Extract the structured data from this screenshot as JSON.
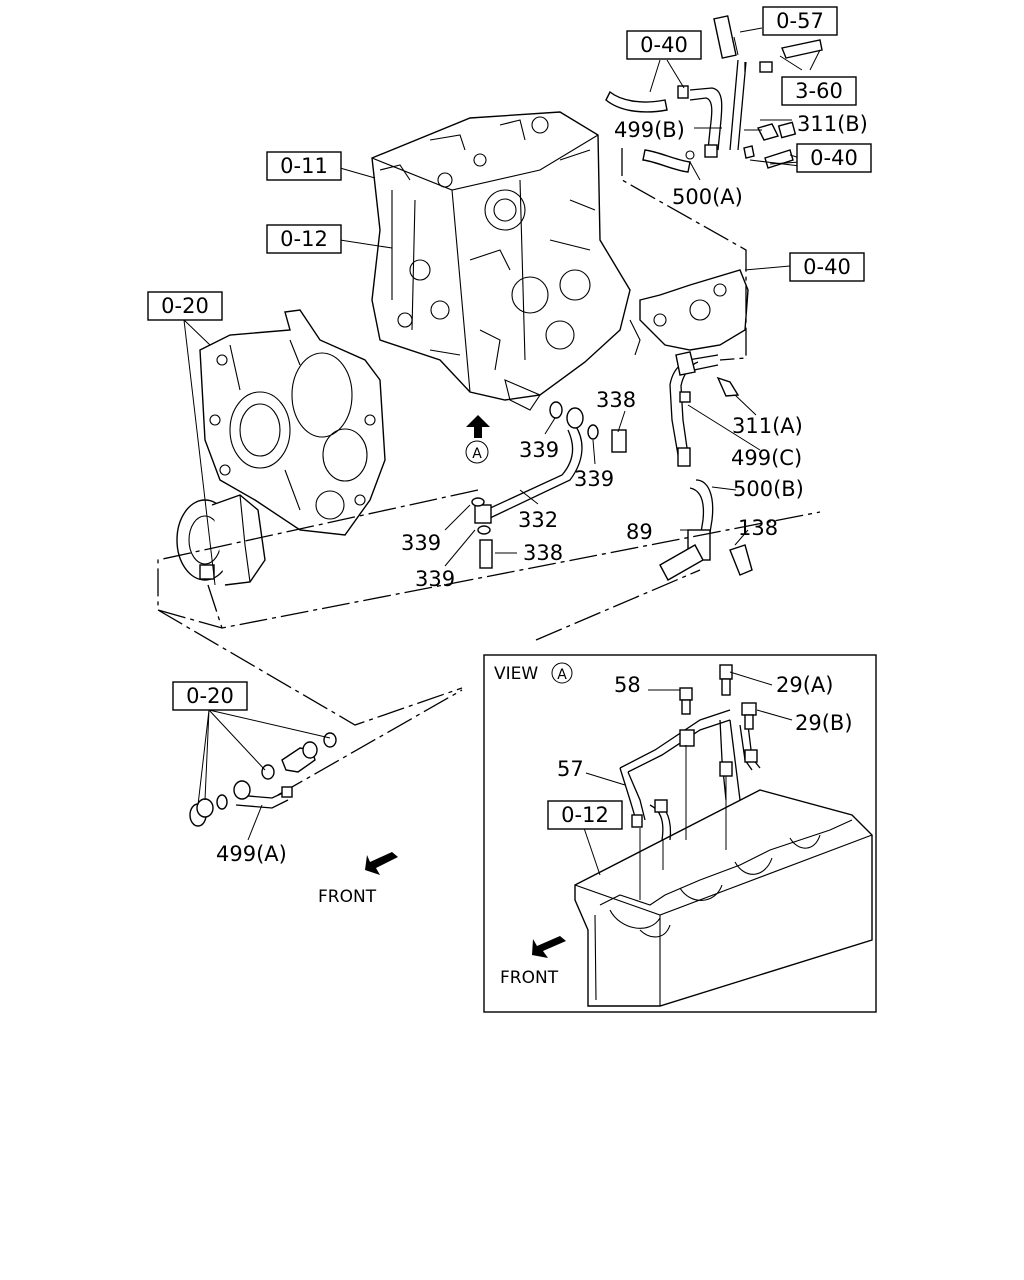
{
  "labels": {
    "ref_0_57": "0-57",
    "ref_0_40_top": "0-40",
    "ref_3_60": "3-60",
    "p_499b": "499(B)",
    "p_311b": "311(B)",
    "ref_0_40_mid": "0-40",
    "p_500a": "500(A)",
    "ref_0_11": "0-11",
    "ref_0_12_top": "0-12",
    "ref_0_40_right": "0-40",
    "ref_0_20_top": "0-20",
    "p_338_top": "338",
    "p_339_a": "339",
    "p_311a": "311(A)",
    "p_499c": "499(C)",
    "p_339_b": "339",
    "p_500b": "500(B)",
    "p_332": "332",
    "p_89": "89",
    "p_138": "138",
    "p_339_c": "339",
    "p_338_mid": "338",
    "p_339_d": "339",
    "view_label": "VIEW",
    "view_marker": "A",
    "marker_a": "A",
    "p_58": "58",
    "p_29a": "29(A)",
    "p_29b": "29(B)",
    "p_57": "57",
    "ref_0_12_inset": "0-12",
    "ref_0_20_bottom": "0-20",
    "p_499a": "499(A)",
    "front_left": "FRONT",
    "front_inset": "FRONT"
  },
  "icons": {
    "view_arrow": "up-arrow",
    "front_arrow": "down-left-arrow"
  },
  "colors": {
    "line": "#000000",
    "background": "#ffffff"
  }
}
